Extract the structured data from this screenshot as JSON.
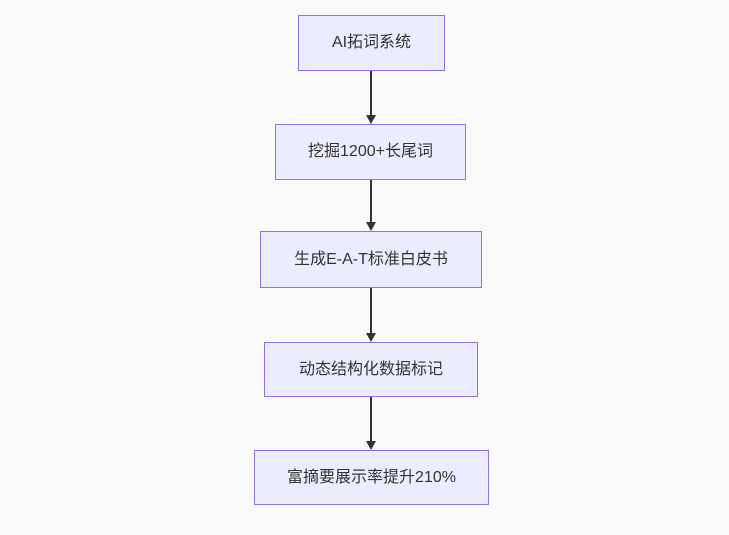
{
  "diagram": {
    "type": "flowchart",
    "direction": "top-down",
    "nodes": [
      {
        "label": "AI拓词系统"
      },
      {
        "label": "挖掘1200+长尾词"
      },
      {
        "label": "生成E-A-T标准白皮书"
      },
      {
        "label": "动态结构化数据标记"
      },
      {
        "label": "富摘要展示率提升210%"
      }
    ],
    "edges": [
      {
        "from": 0,
        "to": 1
      },
      {
        "from": 1,
        "to": 2
      },
      {
        "from": 2,
        "to": 3
      },
      {
        "from": 3,
        "to": 4
      }
    ],
    "colors": {
      "node_fill": "#ECECFF",
      "node_border": "#9370DB",
      "node_text": "#333333",
      "edge": "#333333",
      "background": "#F9F9F9"
    }
  }
}
